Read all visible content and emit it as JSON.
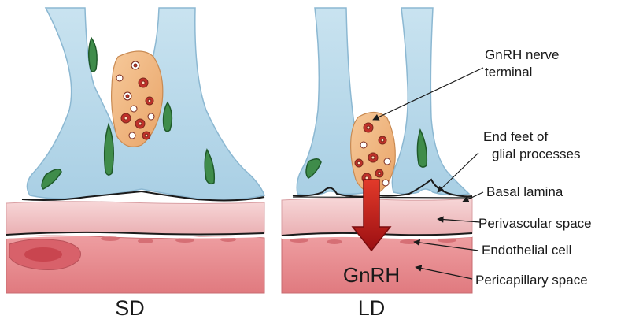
{
  "panels": {
    "left": {
      "label": "SD"
    },
    "right": {
      "label": "LD"
    }
  },
  "annotations": {
    "gnrh_terminal_line1": "GnRH nerve",
    "gnrh_terminal_line2": "terminal",
    "end_feet_line1": "End feet of",
    "end_feet_line2": "glial processes",
    "basal_lamina": "Basal lamina",
    "perivascular": "Perivascular space",
    "endothelial": "Endothelial cell",
    "pericapillary": "Pericapillary space"
  },
  "release_label": "GnRH",
  "colors": {
    "glia_fill": "#b7d7e8",
    "glia_stroke": "#7aa7c4",
    "terminal_fill": "#f0b57e",
    "granule": "#c0302a",
    "perivascular_fill": "#f1c3c5",
    "endothelial_fill": "#e8878b",
    "arrow": "#c0171b",
    "nucleus": "#2f7a3a"
  }
}
